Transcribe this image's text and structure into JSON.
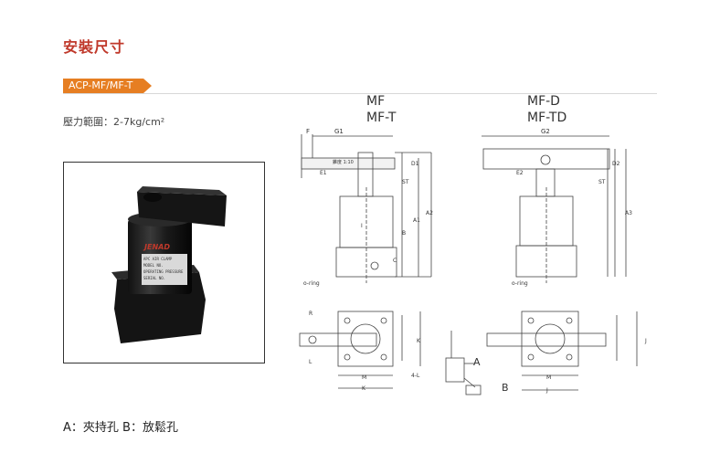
{
  "section_title": "安裝尺寸",
  "tag": "ACP-MF/MF-T",
  "pressure": "壓力範圍：2-7kg/cm²",
  "photo": {
    "brand": "JENAD",
    "plate_lines": [
      "APC  AIR CLAMP",
      "MODEL NO.",
      "OPERATING PRESSURE",
      "SERIAL NO."
    ]
  },
  "models": {
    "left_line1": "MF",
    "left_line2": "MF-T",
    "right_line1": "MF-D",
    "right_line2": "MF-TD"
  },
  "caption": "A：夾持孔  B：放鬆孔",
  "drawing_labels": {
    "f": "F",
    "g1": "G1",
    "g2": "G2",
    "e1": "E1",
    "e2": "E2",
    "taper": "錐度 1:10",
    "st": "ST",
    "d1": "D1",
    "d2": "D2",
    "a1": "A1",
    "a2": "A2",
    "a3": "A3",
    "b": "B",
    "c": "C",
    "i": "I",
    "oring": "o-ring",
    "r": "R",
    "l": "L",
    "m": "M",
    "k": "K",
    "j": "J",
    "hole": "4-L",
    "port_a": "A",
    "port_b": "B"
  },
  "colors": {
    "title": "#c0392b",
    "tag": "#e67e22"
  }
}
